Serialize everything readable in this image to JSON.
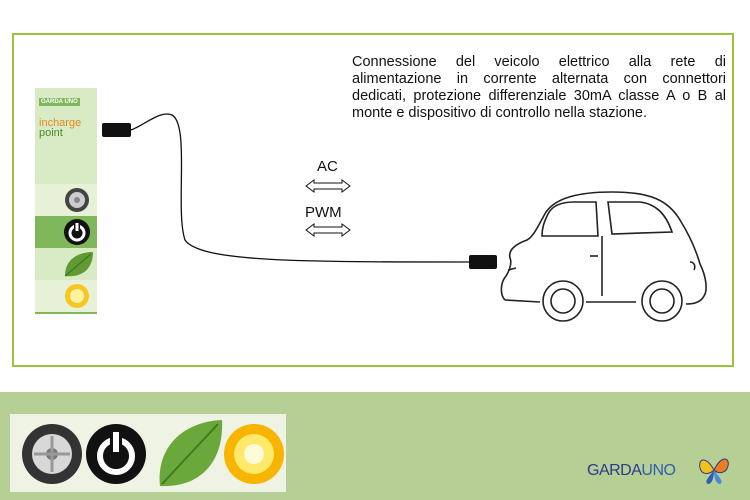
{
  "description": "Connessione del veicolo elettrico alla rete di alimentazione in corrente alternata con connettori dedicati, protezione differenziale 30mA classe A o B al monte e dispositivo di controllo nella stazione.",
  "signals": {
    "ac": "AC",
    "pwm": "PWM"
  },
  "station": {
    "brand": "GARDA UNO",
    "tag_in": "in",
    "tag_charge": "charge",
    "tag_point": "point"
  },
  "footer": {
    "brand_garda": "GARDA",
    "brand_uno": "UNO"
  },
  "colors": {
    "frame": "#99c33c",
    "footer": "#b6cf94",
    "station": "#7fb85a"
  },
  "icons": [
    "tire-icon",
    "power-icon",
    "leaf-icon",
    "sun-icon",
    "butterfly-icon"
  ]
}
